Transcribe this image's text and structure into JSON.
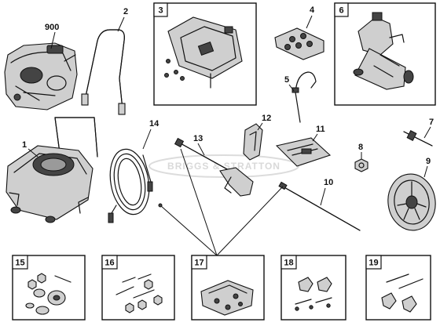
{
  "watermark": "BRIGGS & STRATTON",
  "callouts": {
    "c900": "900",
    "c2": "2",
    "c1": "1",
    "c14": "14",
    "c13": "13",
    "c12": "12",
    "c5": "5",
    "c11": "11",
    "c8": "8",
    "c7": "7",
    "c9": "9",
    "c10": "10",
    "c4": "4"
  },
  "box_tags": {
    "b3": "3",
    "b6": "6",
    "b15": "15",
    "b16": "16",
    "b17": "17",
    "b18": "18",
    "b19": "19"
  }
}
